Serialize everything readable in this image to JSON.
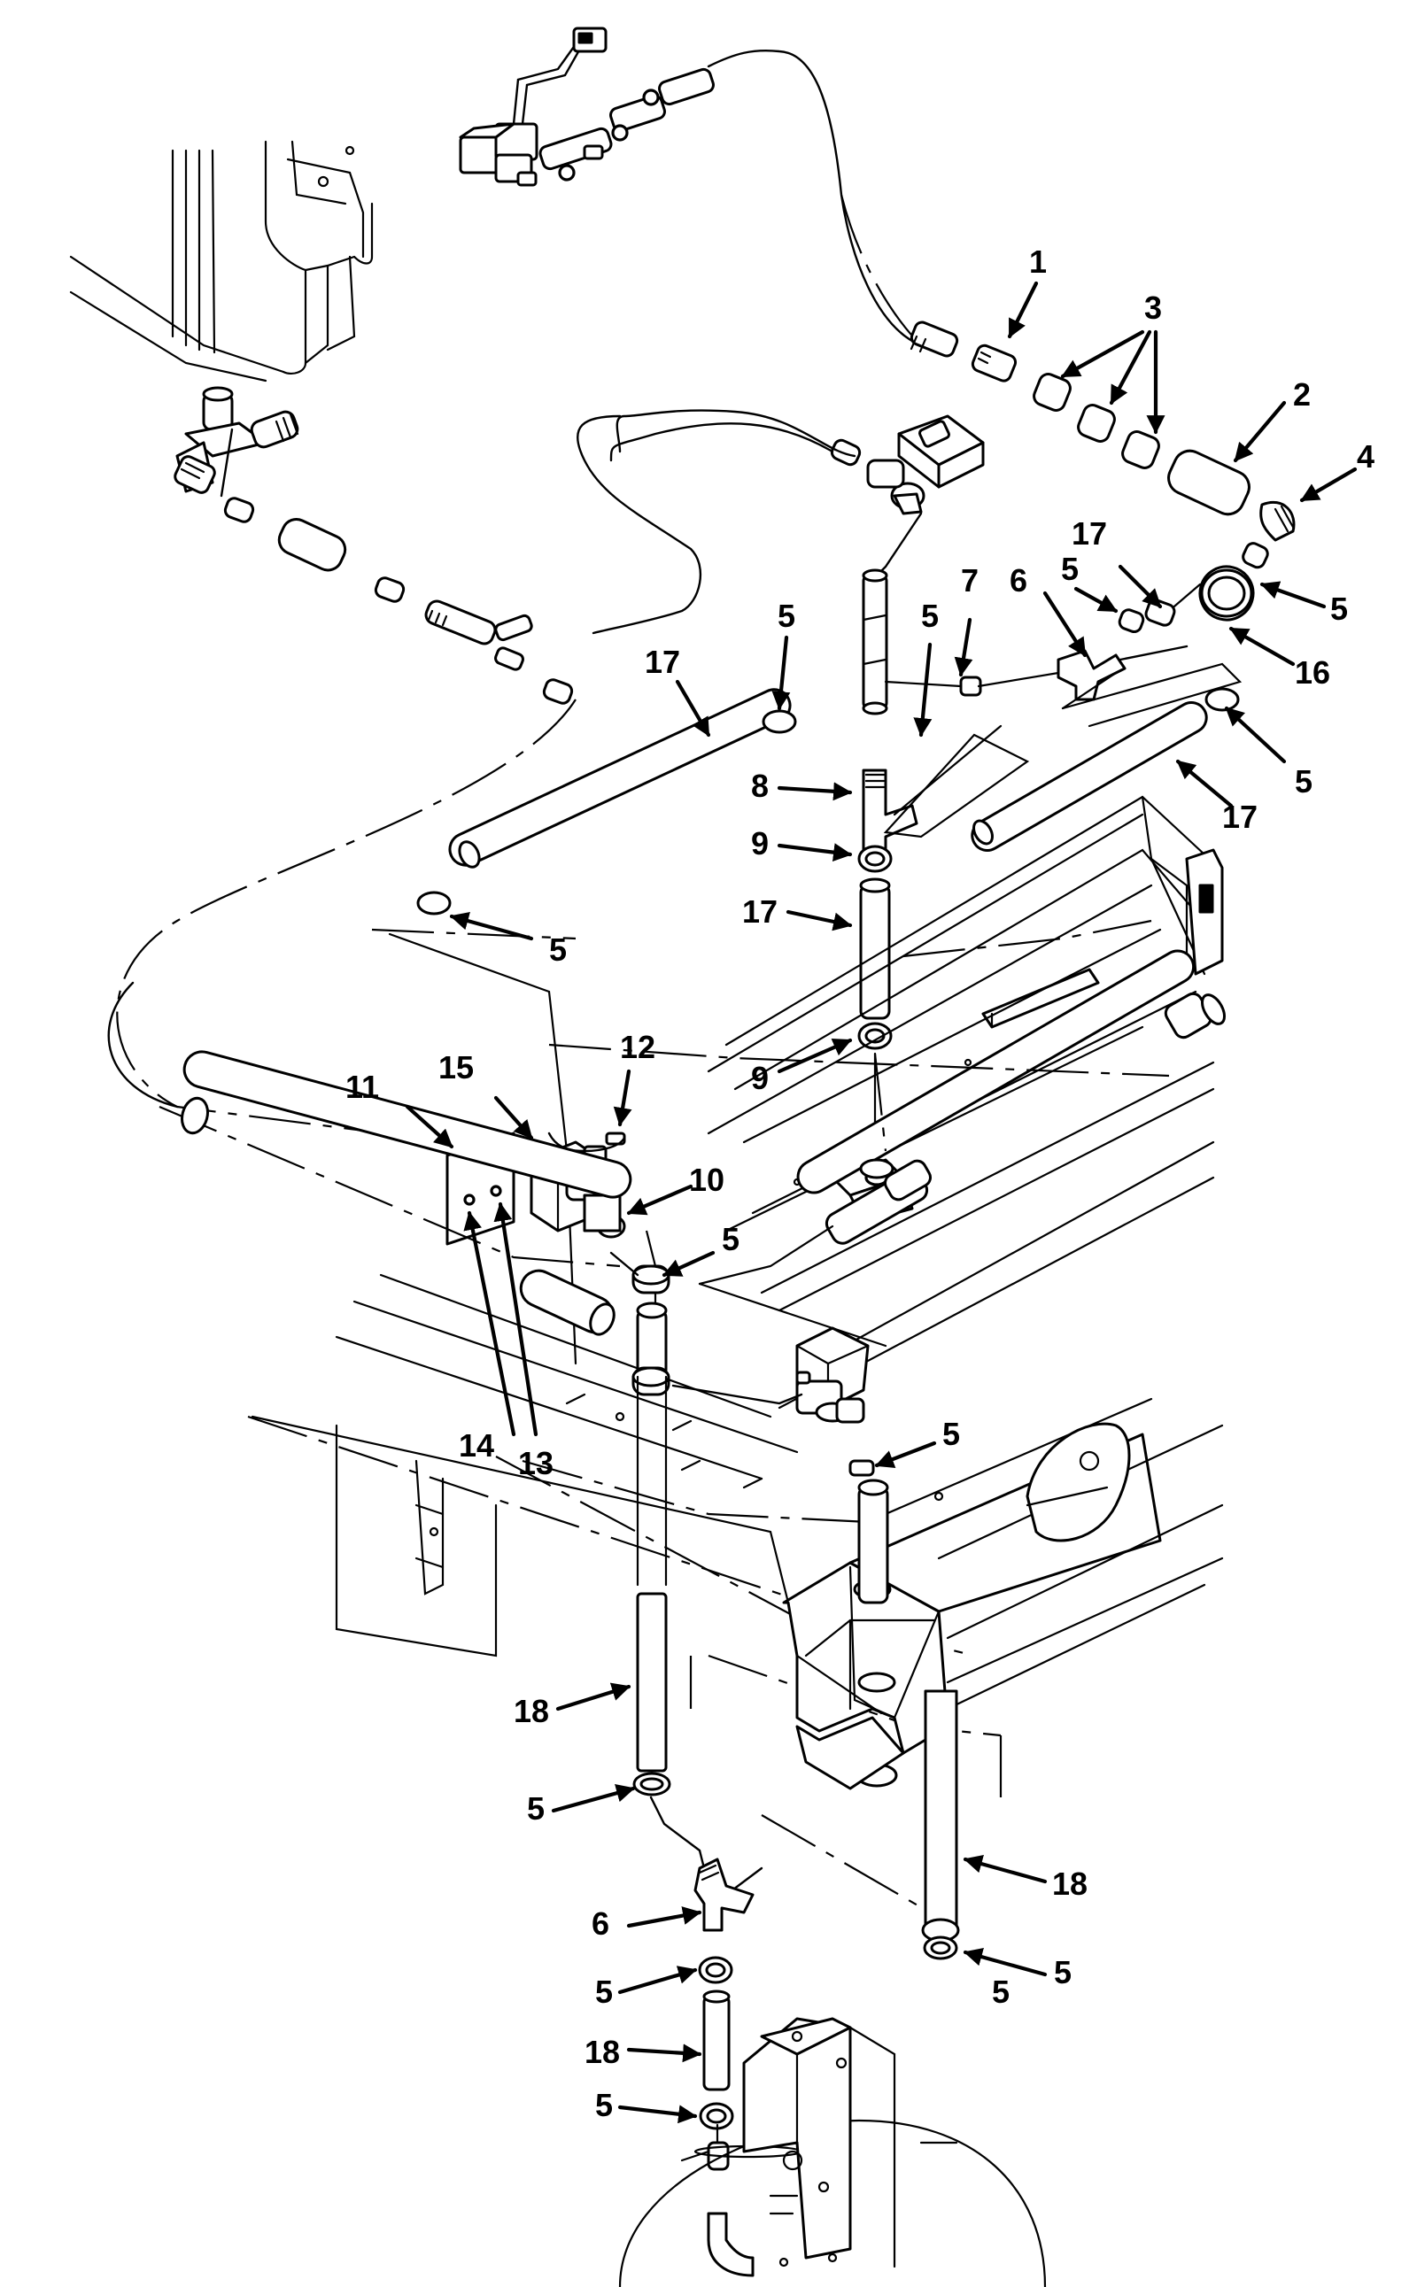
{
  "diagram": {
    "callouts": [
      {
        "id": "c1",
        "label": "1"
      },
      {
        "id": "c2",
        "label": "2"
      },
      {
        "id": "c3",
        "label": "3"
      },
      {
        "id": "c4",
        "label": "4"
      },
      {
        "id": "c5a",
        "label": "5"
      },
      {
        "id": "c5b",
        "label": "5"
      },
      {
        "id": "c5c",
        "label": "5"
      },
      {
        "id": "c5d",
        "label": "5"
      },
      {
        "id": "c5e",
        "label": "5"
      },
      {
        "id": "c5f",
        "label": "5"
      },
      {
        "id": "c5g",
        "label": "5"
      },
      {
        "id": "c5h",
        "label": "5"
      },
      {
        "id": "c5i",
        "label": "5"
      },
      {
        "id": "c5j",
        "label": "5"
      },
      {
        "id": "c5k",
        "label": "5"
      },
      {
        "id": "c5l",
        "label": "5"
      },
      {
        "id": "c5m",
        "label": "5"
      },
      {
        "id": "c6a",
        "label": "6"
      },
      {
        "id": "c6b",
        "label": "6"
      },
      {
        "id": "c7",
        "label": "7"
      },
      {
        "id": "c8",
        "label": "8"
      },
      {
        "id": "c9a",
        "label": "9"
      },
      {
        "id": "c9b",
        "label": "9"
      },
      {
        "id": "c10",
        "label": "10"
      },
      {
        "id": "c11",
        "label": "11"
      },
      {
        "id": "c12",
        "label": "12"
      },
      {
        "id": "c13",
        "label": "13"
      },
      {
        "id": "c14",
        "label": "14"
      },
      {
        "id": "c15",
        "label": "15"
      },
      {
        "id": "c16",
        "label": "16"
      },
      {
        "id": "c17a",
        "label": "17"
      },
      {
        "id": "c17b",
        "label": "17"
      },
      {
        "id": "c17c",
        "label": "17"
      },
      {
        "id": "c17d",
        "label": "17"
      },
      {
        "id": "c18a",
        "label": "18"
      },
      {
        "id": "c18b",
        "label": "18"
      },
      {
        "id": "c18c",
        "label": "18"
      }
    ]
  }
}
